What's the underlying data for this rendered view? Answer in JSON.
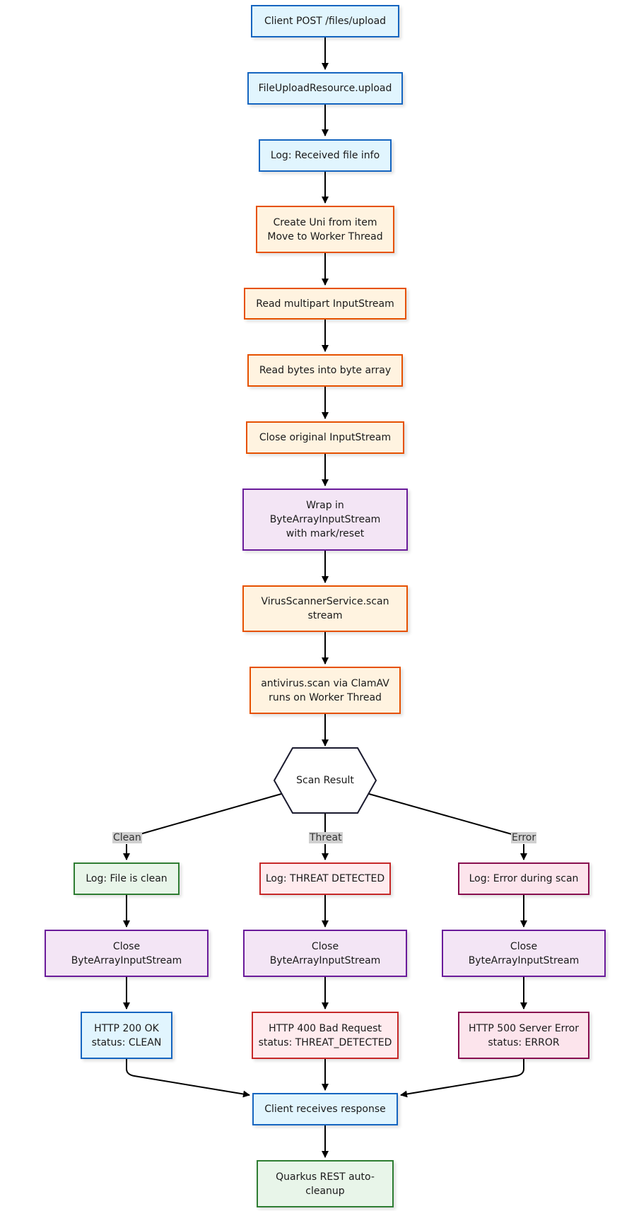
{
  "nodes": {
    "client_post": "Client POST /files/upload",
    "upload_resource": "FileUploadResource.upload",
    "log_received": "Log: Received file info",
    "create_uni": "Create Uni from item\nMove to Worker Thread",
    "read_multipart": "Read multipart InputStream",
    "read_bytes": "Read bytes into byte array",
    "close_original": "Close original InputStream",
    "wrap_bais": "Wrap in\nByteArrayInputStream\nwith mark/reset",
    "scanner_service": "VirusScannerService.scan\nstream",
    "antivirus_scan": "antivirus.scan via ClamAV\nruns on Worker Thread",
    "scan_result": "Scan Result",
    "log_clean": "Log: File is clean",
    "log_threat": "Log: THREAT DETECTED",
    "log_error": "Log: Error during scan",
    "close_clean": "Close\nByteArrayInputStream",
    "close_threat": "Close\nByteArrayInputStream",
    "close_error": "Close\nByteArrayInputStream",
    "http_200": "HTTP 200 OK\nstatus: CLEAN",
    "http_400": "HTTP 400 Bad Request\nstatus: THREAT_DETECTED",
    "http_500": "HTTP 500 Server Error\nstatus: ERROR",
    "client_receives": "Client receives response",
    "quarkus_cleanup": "Quarkus REST auto-\ncleanup"
  },
  "edge_labels": {
    "clean": "Clean",
    "threat": "Threat",
    "error": "Error"
  },
  "colors": {
    "blue_fill": "#e1f5fe",
    "blue_stroke": "#1565c0",
    "orange_fill": "#fff3e0",
    "orange_stroke": "#e65100",
    "purple_fill": "#f3e5f5",
    "purple_stroke": "#6a1b9a",
    "green_fill": "#e8f5e9",
    "green_stroke": "#2e7d32",
    "red_fill": "#ffebee",
    "red_stroke": "#c62828",
    "pink_fill": "#fce4ec",
    "pink_stroke": "#880e4f",
    "decision_stroke": "#1a1a2e",
    "edge": "#000000"
  }
}
